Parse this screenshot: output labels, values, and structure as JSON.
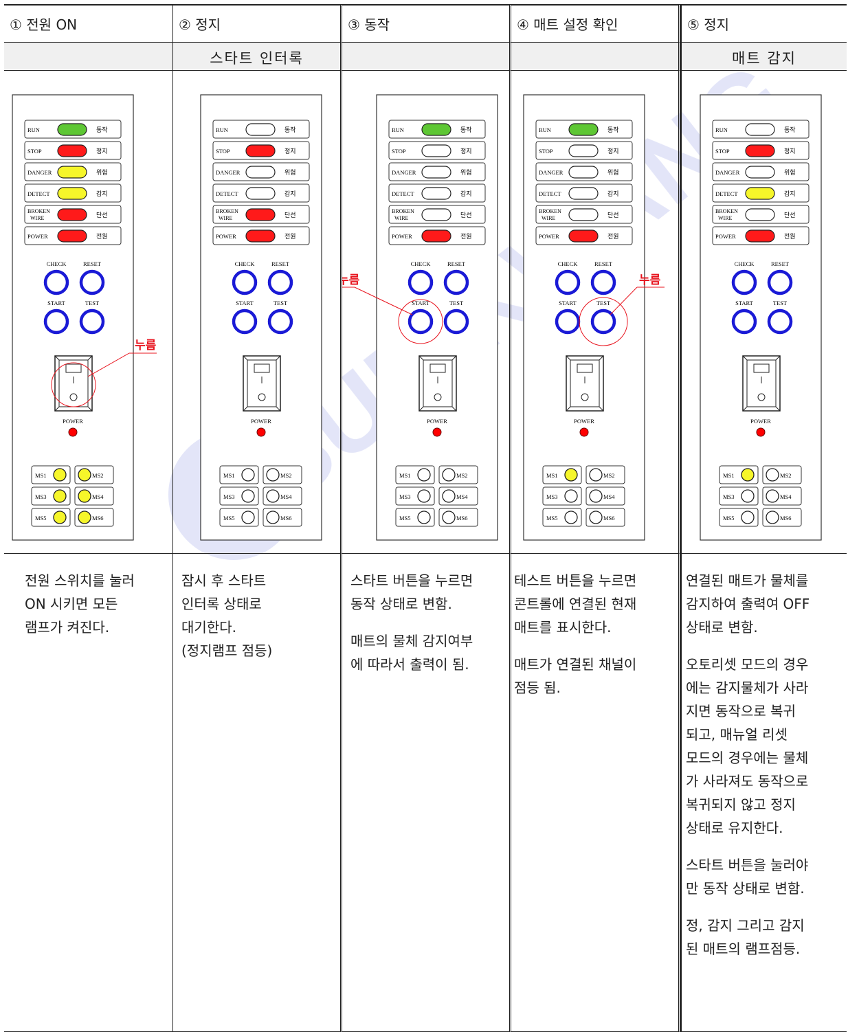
{
  "columns": [
    {
      "header": "① 전원 ON",
      "subheader": "",
      "panel": {
        "indicators": [
          {
            "label_left": "RUN",
            "label_right": "동작",
            "color": "#5ec734"
          },
          {
            "label_left": "STOP",
            "label_right": "정지",
            "color": "#ff1a1a"
          },
          {
            "label_left": "DANGER",
            "label_right": "위험",
            "color": "#f6f62a"
          },
          {
            "label_left": "DETECT",
            "label_right": "감지",
            "color": "#f6f62a"
          },
          {
            "label_left": "BROKEN WIRE",
            "label_right": "단선",
            "color": "#ff1a1a"
          },
          {
            "label_left": "POWER",
            "label_right": "전원",
            "color": "#ff1a1a"
          }
        ],
        "buttons": [
          "CHECK",
          "RESET",
          "START",
          "TEST"
        ],
        "pressed": "switch",
        "press_label": "누름",
        "power_label": "POWER",
        "ms": [
          {
            "label": "MS1",
            "color": "#f6f62a"
          },
          {
            "label": "MS2",
            "color": "#f6f62a"
          },
          {
            "label": "MS3",
            "color": "#f6f62a"
          },
          {
            "label": "MS4",
            "color": "#f6f62a"
          },
          {
            "label": "MS5",
            "color": "#f6f62a"
          },
          {
            "label": "MS6",
            "color": "#f6f62a"
          }
        ]
      },
      "description": [
        "전원 스위치를 눌러\nON 시키면 모든\n램프가 켜진다."
      ]
    },
    {
      "header": "② 정지",
      "subheader": "스타트 인터록",
      "panel": {
        "indicators": [
          {
            "label_left": "RUN",
            "label_right": "동작",
            "color": "#ffffff"
          },
          {
            "label_left": "STOP",
            "label_right": "정지",
            "color": "#ff1a1a"
          },
          {
            "label_left": "DANGER",
            "label_right": "위험",
            "color": "#ffffff"
          },
          {
            "label_left": "DETECT",
            "label_right": "감지",
            "color": "#ffffff"
          },
          {
            "label_left": "BROKEN WIRE",
            "label_right": "단선",
            "color": "#ff1a1a"
          },
          {
            "label_left": "POWER",
            "label_right": "전원",
            "color": "#ff1a1a"
          }
        ],
        "buttons": [
          "CHECK",
          "RESET",
          "START",
          "TEST"
        ],
        "pressed": "",
        "press_label": "",
        "power_label": "POWER",
        "ms": [
          {
            "label": "MS1",
            "color": "#ffffff"
          },
          {
            "label": "MS2",
            "color": "#ffffff"
          },
          {
            "label": "MS3",
            "color": "#ffffff"
          },
          {
            "label": "MS4",
            "color": "#ffffff"
          },
          {
            "label": "MS5",
            "color": "#ffffff"
          },
          {
            "label": "MS6",
            "color": "#ffffff"
          }
        ]
      },
      "description": [
        "잠시 후 스타트\n인터록 상태로\n대기한다.\n(정지램프 점등)"
      ]
    },
    {
      "header": "③ 동작",
      "subheader": "",
      "panel": {
        "indicators": [
          {
            "label_left": "RUN",
            "label_right": "동작",
            "color": "#5ec734"
          },
          {
            "label_left": "STOP",
            "label_right": "정지",
            "color": "#ffffff"
          },
          {
            "label_left": "DANGER",
            "label_right": "위험",
            "color": "#ffffff"
          },
          {
            "label_left": "DETECT",
            "label_right": "감지",
            "color": "#ffffff"
          },
          {
            "label_left": "BROKEN WIRE",
            "label_right": "단선",
            "color": "#ffffff"
          },
          {
            "label_left": "POWER",
            "label_right": "전원",
            "color": "#ff1a1a"
          }
        ],
        "buttons": [
          "CHECK",
          "RESET",
          "START",
          "TEST"
        ],
        "pressed": "start",
        "press_label": "누름",
        "power_label": "POWER",
        "ms": [
          {
            "label": "MS1",
            "color": "#ffffff"
          },
          {
            "label": "MS2",
            "color": "#ffffff"
          },
          {
            "label": "MS3",
            "color": "#ffffff"
          },
          {
            "label": "MS4",
            "color": "#ffffff"
          },
          {
            "label": "MS5",
            "color": "#ffffff"
          },
          {
            "label": "MS6",
            "color": "#ffffff"
          }
        ]
      },
      "description": [
        "스타트 버튼을 누르면\n동작 상태로 변함.",
        "매트의 물체 감지여부\n에 따라서 출력이 됨."
      ]
    },
    {
      "header": "④ 매트 설정 확인",
      "subheader": "",
      "panel": {
        "indicators": [
          {
            "label_left": "RUN",
            "label_right": "동작",
            "color": "#5ec734"
          },
          {
            "label_left": "STOP",
            "label_right": "정지",
            "color": "#ffffff"
          },
          {
            "label_left": "DANGER",
            "label_right": "위험",
            "color": "#ffffff"
          },
          {
            "label_left": "DETECT",
            "label_right": "감지",
            "color": "#ffffff"
          },
          {
            "label_left": "BROKEN WIRE",
            "label_right": "단선",
            "color": "#ffffff"
          },
          {
            "label_left": "POWER",
            "label_right": "전원",
            "color": "#ff1a1a"
          }
        ],
        "buttons": [
          "CHECK",
          "RESET",
          "START",
          "TEST"
        ],
        "pressed": "test",
        "press_label": "누름",
        "power_label": "POWER",
        "ms": [
          {
            "label": "MS1",
            "color": "#f6f62a"
          },
          {
            "label": "MS2",
            "color": "#ffffff"
          },
          {
            "label": "MS3",
            "color": "#ffffff"
          },
          {
            "label": "MS4",
            "color": "#ffffff"
          },
          {
            "label": "MS5",
            "color": "#ffffff"
          },
          {
            "label": "MS6",
            "color": "#ffffff"
          }
        ]
      },
      "description": [
        "테스트 버튼을 누르면\n콘트롤에 연결된 현재\n매트를 표시한다.",
        "매트가 연결된 채널이\n점등 됨."
      ]
    },
    {
      "header": "⑤ 정지",
      "subheader": "매트 감지",
      "panel": {
        "indicators": [
          {
            "label_left": "RUN",
            "label_right": "동작",
            "color": "#ffffff"
          },
          {
            "label_left": "STOP",
            "label_right": "정지",
            "color": "#ff1a1a"
          },
          {
            "label_left": "DANGER",
            "label_right": "위험",
            "color": "#ffffff"
          },
          {
            "label_left": "DETECT",
            "label_right": "감지",
            "color": "#f6f62a"
          },
          {
            "label_left": "BROKEN WIRE",
            "label_right": "단선",
            "color": "#ffffff"
          },
          {
            "label_left": "POWER",
            "label_right": "전원",
            "color": "#ff1a1a"
          }
        ],
        "buttons": [
          "CHECK",
          "RESET",
          "START",
          "TEST"
        ],
        "pressed": "",
        "press_label": "",
        "power_label": "POWER",
        "ms": [
          {
            "label": "MS1",
            "color": "#f6f62a"
          },
          {
            "label": "MS2",
            "color": "#ffffff"
          },
          {
            "label": "MS3",
            "color": "#ffffff"
          },
          {
            "label": "MS4",
            "color": "#ffffff"
          },
          {
            "label": "MS5",
            "color": "#ffffff"
          },
          {
            "label": "MS6",
            "color": "#ffffff"
          }
        ]
      },
      "description": [
        "연결된 매트가 물체를\n감지하여 출력여 OFF\n상태로 변함.",
        "오토리셋 모드의 경우\n에는 감지물체가 사라\n지면 동작으로 복귀\n되고, 매뉴얼 리셋\n모드의 경우에는 물체\n가 사라져도 동작으로\n복귀되지 않고 정지\n상태로 유지한다.",
        "스타트 버튼을 눌러야\n만 동작 상태로 변함.",
        "정, 감지 그리고 감지\n된 매트의 램프점등."
      ]
    }
  ],
  "watermark": "SUN KWANG",
  "colors": {
    "button_ring": "#1a1ad6",
    "callout": "#e8141e",
    "power_led": "#ff0000"
  }
}
